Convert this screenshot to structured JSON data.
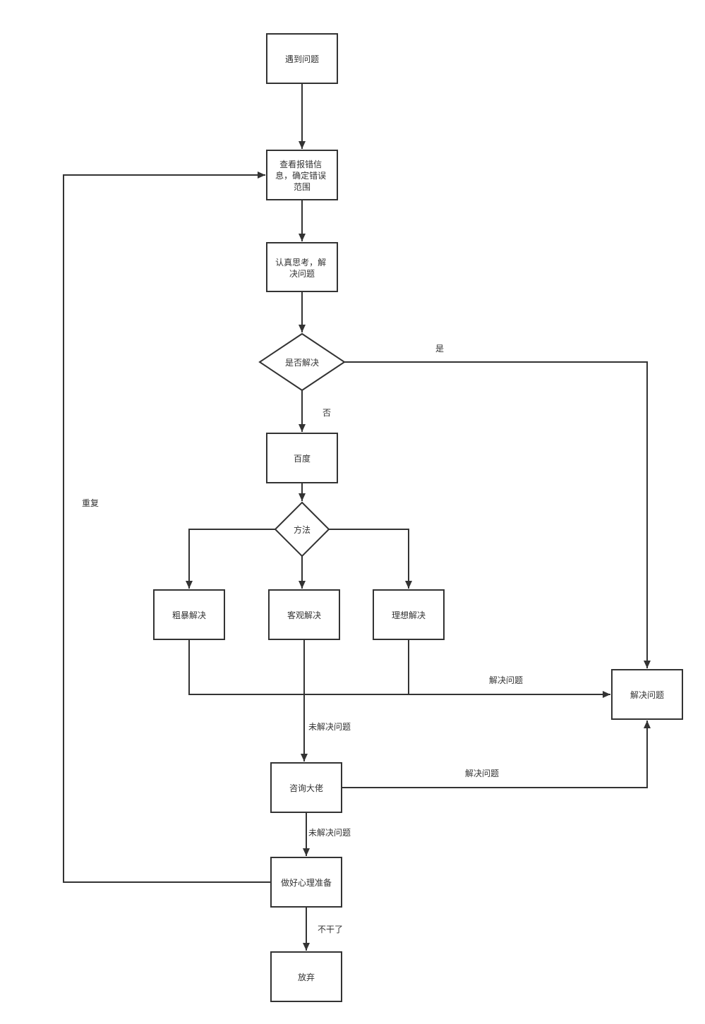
{
  "nodes": {
    "start": [
      "遇到问题"
    ],
    "check_error": [
      "查看报错信",
      "息，确定错误",
      "范围"
    ],
    "think": [
      "认真思考，解",
      "决问题"
    ],
    "solved_decision": [
      "是否解决"
    ],
    "baidu": [
      "百度"
    ],
    "method": [
      "方法"
    ],
    "rough": [
      "粗暴解决"
    ],
    "objective": [
      "客观解决"
    ],
    "ideal": [
      "理想解决"
    ],
    "resolved": [
      "解决问题"
    ],
    "consult": [
      "咨询大佬"
    ],
    "prepare": [
      "做好心理准备"
    ],
    "giveup": [
      "放弃"
    ]
  },
  "labels": {
    "yes": "是",
    "no": "否",
    "repeat": "重复",
    "solved_method": "解决问题",
    "unsolved_method": "未解决问题",
    "solved_consult": "解决问题",
    "unsolved_consult": "未解决问题",
    "quit": "不干了"
  },
  "colors": {
    "stroke": "#333333",
    "fill": "#ffffff"
  }
}
